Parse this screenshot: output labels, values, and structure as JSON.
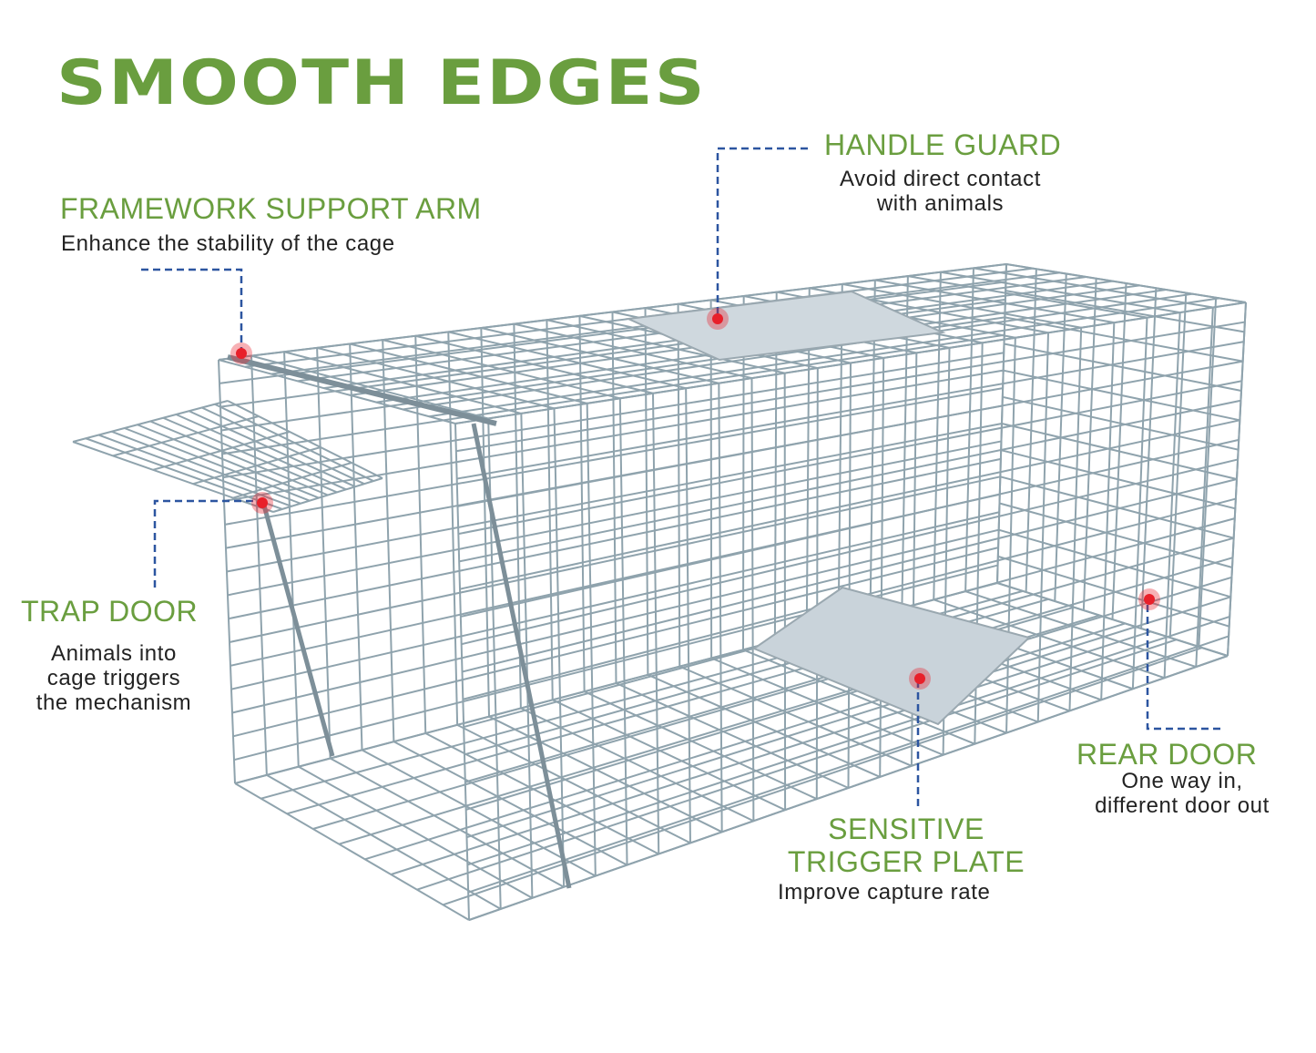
{
  "title": "SMOOTH EDGES",
  "callouts": [
    {
      "id": "framework",
      "label": "FRAMEWORK SUPPORT ARM",
      "desc": [
        "Enhance the stability of the cage"
      ]
    },
    {
      "id": "handle",
      "label": "HANDLE GUARD",
      "desc": [
        "Avoid direct contact",
        "with animals"
      ]
    },
    {
      "id": "trapdoor",
      "label": "TRAP DOOR",
      "desc": [
        "Animals into",
        "cage triggers",
        "the mechanism"
      ]
    },
    {
      "id": "rear",
      "label": "REAR DOOR",
      "desc": [
        "One way in,",
        "different door out"
      ]
    },
    {
      "id": "trigger",
      "label": "SENSITIVE\nTRIGGER PLATE",
      "label_lines": [
        "SENSITIVE",
        "TRIGGER PLATE"
      ],
      "desc": [
        "Improve capture rate"
      ]
    }
  ],
  "colors": {
    "accent": "#6a9e3f",
    "leader": "#2c55a0",
    "marker": "#e8202a",
    "wire": "#8fa3ad"
  }
}
